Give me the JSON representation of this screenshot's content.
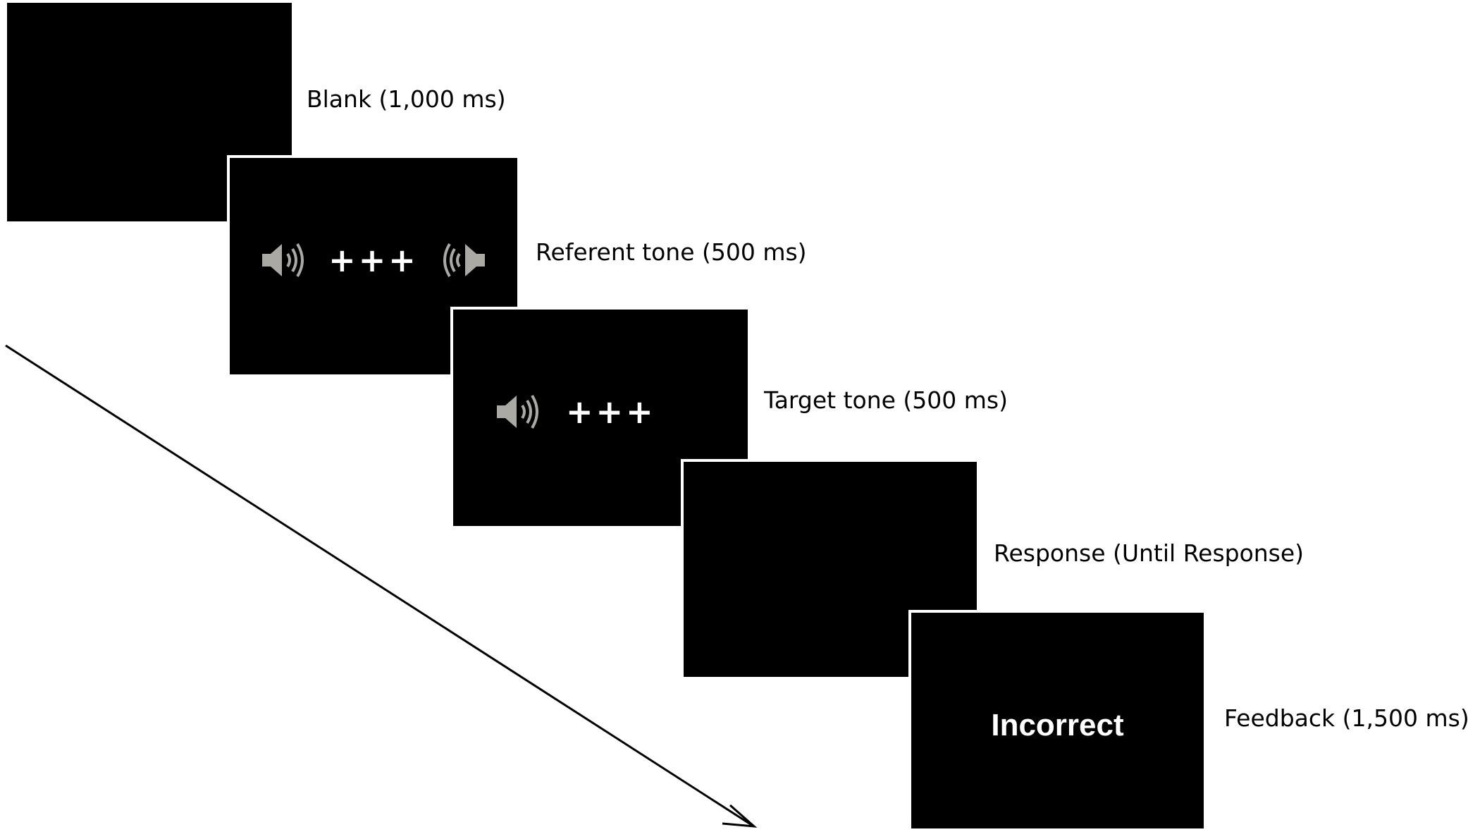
{
  "screens": [
    {
      "id": "blank",
      "caption": "Blank (1,000 ms)"
    },
    {
      "id": "referent",
      "caption": "Referent tone (500 ms)",
      "fixation": "+++",
      "icons": [
        "speaker-right-icon",
        "speaker-left-icon"
      ]
    },
    {
      "id": "target",
      "caption": "Target tone (500 ms)",
      "fixation": "+++",
      "icons": [
        "speaker-right-icon"
      ]
    },
    {
      "id": "response",
      "caption": "Response (Until Response)"
    },
    {
      "id": "feedback",
      "caption": "Feedback (1,500 ms)",
      "feedback_text": "Incorrect"
    }
  ],
  "colors": {
    "screen_background": "#000000",
    "icon_color": "#aaa9a4",
    "text_on_screen": "#ffffff",
    "caption_text": "#000000",
    "arrow": "#000000"
  }
}
